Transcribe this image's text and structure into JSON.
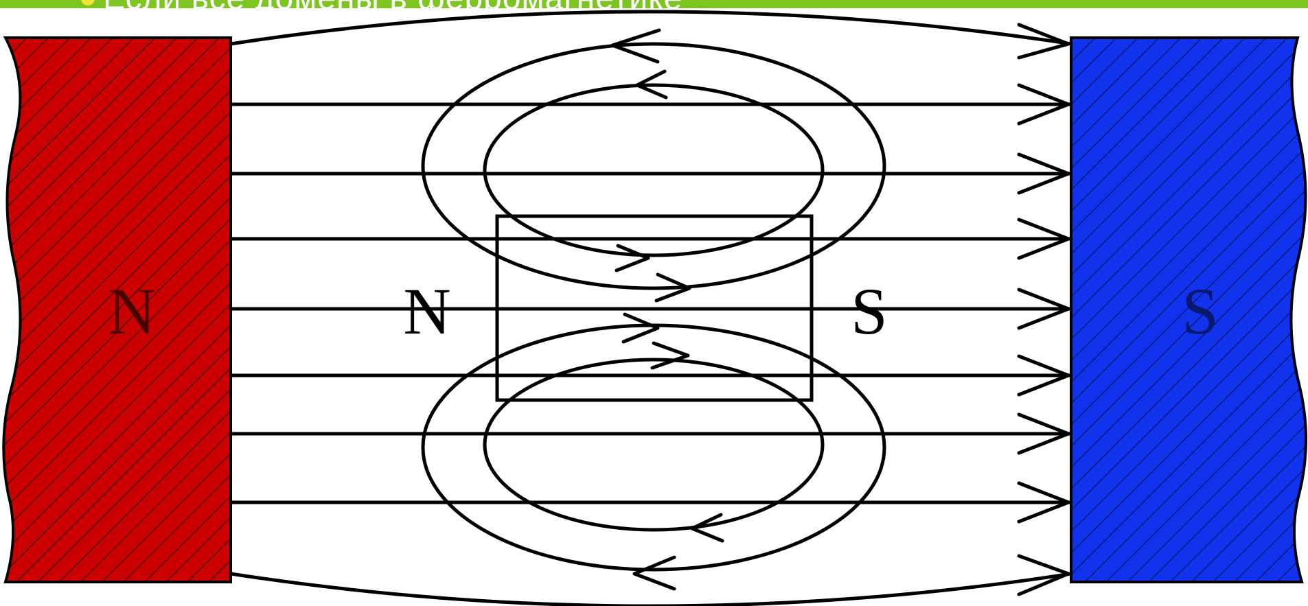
{
  "banner": {
    "text": "Если все домены в ферромагнетике",
    "color": "#7dc520"
  },
  "labels": {
    "left_magnet_pole": "N",
    "right_magnet_pole": "S",
    "sample_left_pole": "N",
    "sample_right_pole": "S"
  },
  "colors": {
    "north_magnet": "#cc0000",
    "south_magnet": "#1133ee",
    "lines": "#000000"
  }
}
